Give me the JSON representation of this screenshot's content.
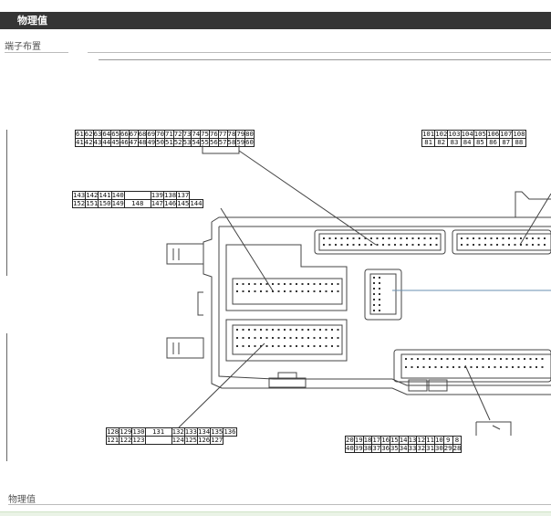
{
  "page": {
    "title": "物理值",
    "section_label": "端子布置",
    "bottom_label": "物理值"
  },
  "connectors": {
    "top_left": {
      "row1": [
        "61",
        "62",
        "63",
        "64",
        "65",
        "66",
        "67",
        "68",
        "69",
        "70",
        "71",
        "72",
        "73",
        "74",
        "75",
        "76",
        "77",
        "78",
        "79",
        "80"
      ],
      "row2": [
        "41",
        "42",
        "43",
        "44",
        "45",
        "46",
        "47",
        "48",
        "49",
        "50",
        "51",
        "52",
        "53",
        "54",
        "55",
        "56",
        "57",
        "58",
        "59",
        "60"
      ]
    },
    "top_right": {
      "row1": [
        "101",
        "102",
        "103",
        "104",
        "105",
        "106",
        "107",
        "108"
      ],
      "row2": [
        "81",
        "82",
        "83",
        "84",
        "85",
        "86",
        "87",
        "88"
      ]
    },
    "mid_left": {
      "row1": [
        "143",
        "142",
        "141",
        "140",
        "",
        "139",
        "138",
        "137"
      ],
      "row2": [
        "152",
        "151",
        "150",
        "149",
        "148",
        "147",
        "146",
        "145",
        "144"
      ]
    },
    "bottom_left": {
      "row1": [
        "128",
        "129",
        "130",
        "131",
        "132",
        "133",
        "134",
        "135",
        "136"
      ],
      "row2": [
        "121",
        "122",
        "123",
        "",
        "124",
        "125",
        "126",
        "127"
      ]
    },
    "bottom_right": {
      "row1": [
        "20",
        "19",
        "18",
        "17",
        "16",
        "15",
        "14",
        "13",
        "12",
        "11",
        "10",
        "9",
        "8"
      ],
      "row2": [
        "40",
        "39",
        "38",
        "37",
        "36",
        "35",
        "34",
        "33",
        "32",
        "31",
        "30",
        "29",
        "28"
      ]
    }
  }
}
